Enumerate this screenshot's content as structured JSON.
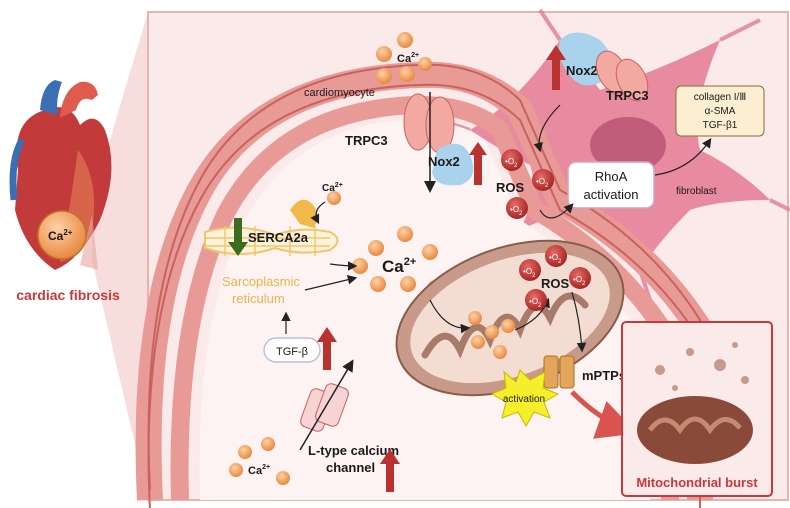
{
  "organ": {
    "heart_ion": "Ca",
    "heart_ion_charge": "2+",
    "title": "cardiac fibrosis"
  },
  "cell": {
    "label": "cardiomyocyte"
  },
  "channels": {
    "trpc3_top": "TRPC3",
    "nox2_top": "Nox2",
    "trpc3_membrane": "TRPC3",
    "nox2_membrane": "Nox2",
    "ltype_line1": "L-type calcium",
    "ltype_line2": "channel",
    "mptp": "mPTPs"
  },
  "ions": {
    "ca": "Ca",
    "charge": "2+",
    "ros": "ROS",
    "superoxide": "O",
    "superoxide_sub": "2",
    "superoxide_dot": "•"
  },
  "sr": {
    "serca": "SERCA2a",
    "line1": "Sarcoplasmic",
    "line2": "reticulum"
  },
  "signals": {
    "tgf": "TGF-β",
    "rhoa_line1": "RhoA",
    "rhoa_line2": "activation",
    "fibroblast": "fibroblast",
    "collagen_line1": "collagen I/Ⅲ",
    "collagen_line2": "α-SMA",
    "collagen_line3": "TGF-β1",
    "activation": "activation",
    "mito_burst": "Mitochondrial burst"
  },
  "colors": {
    "panel_bg": "#fbeaea",
    "panel_border": "#e6b3b3",
    "membrane": "#e89a96",
    "membrane_dark": "#c9615d",
    "ca_ion": "#f0a05a",
    "ros": "#c8393b",
    "arrow_up": "#b8332f",
    "arrow_down": "#3d6b1f",
    "title_red": "#c8393b",
    "sr_yellow": "#f3c56a",
    "fibroblast": "#e47a93",
    "nox": "#a9d3ec",
    "trpc": "#f2a9a2"
  }
}
